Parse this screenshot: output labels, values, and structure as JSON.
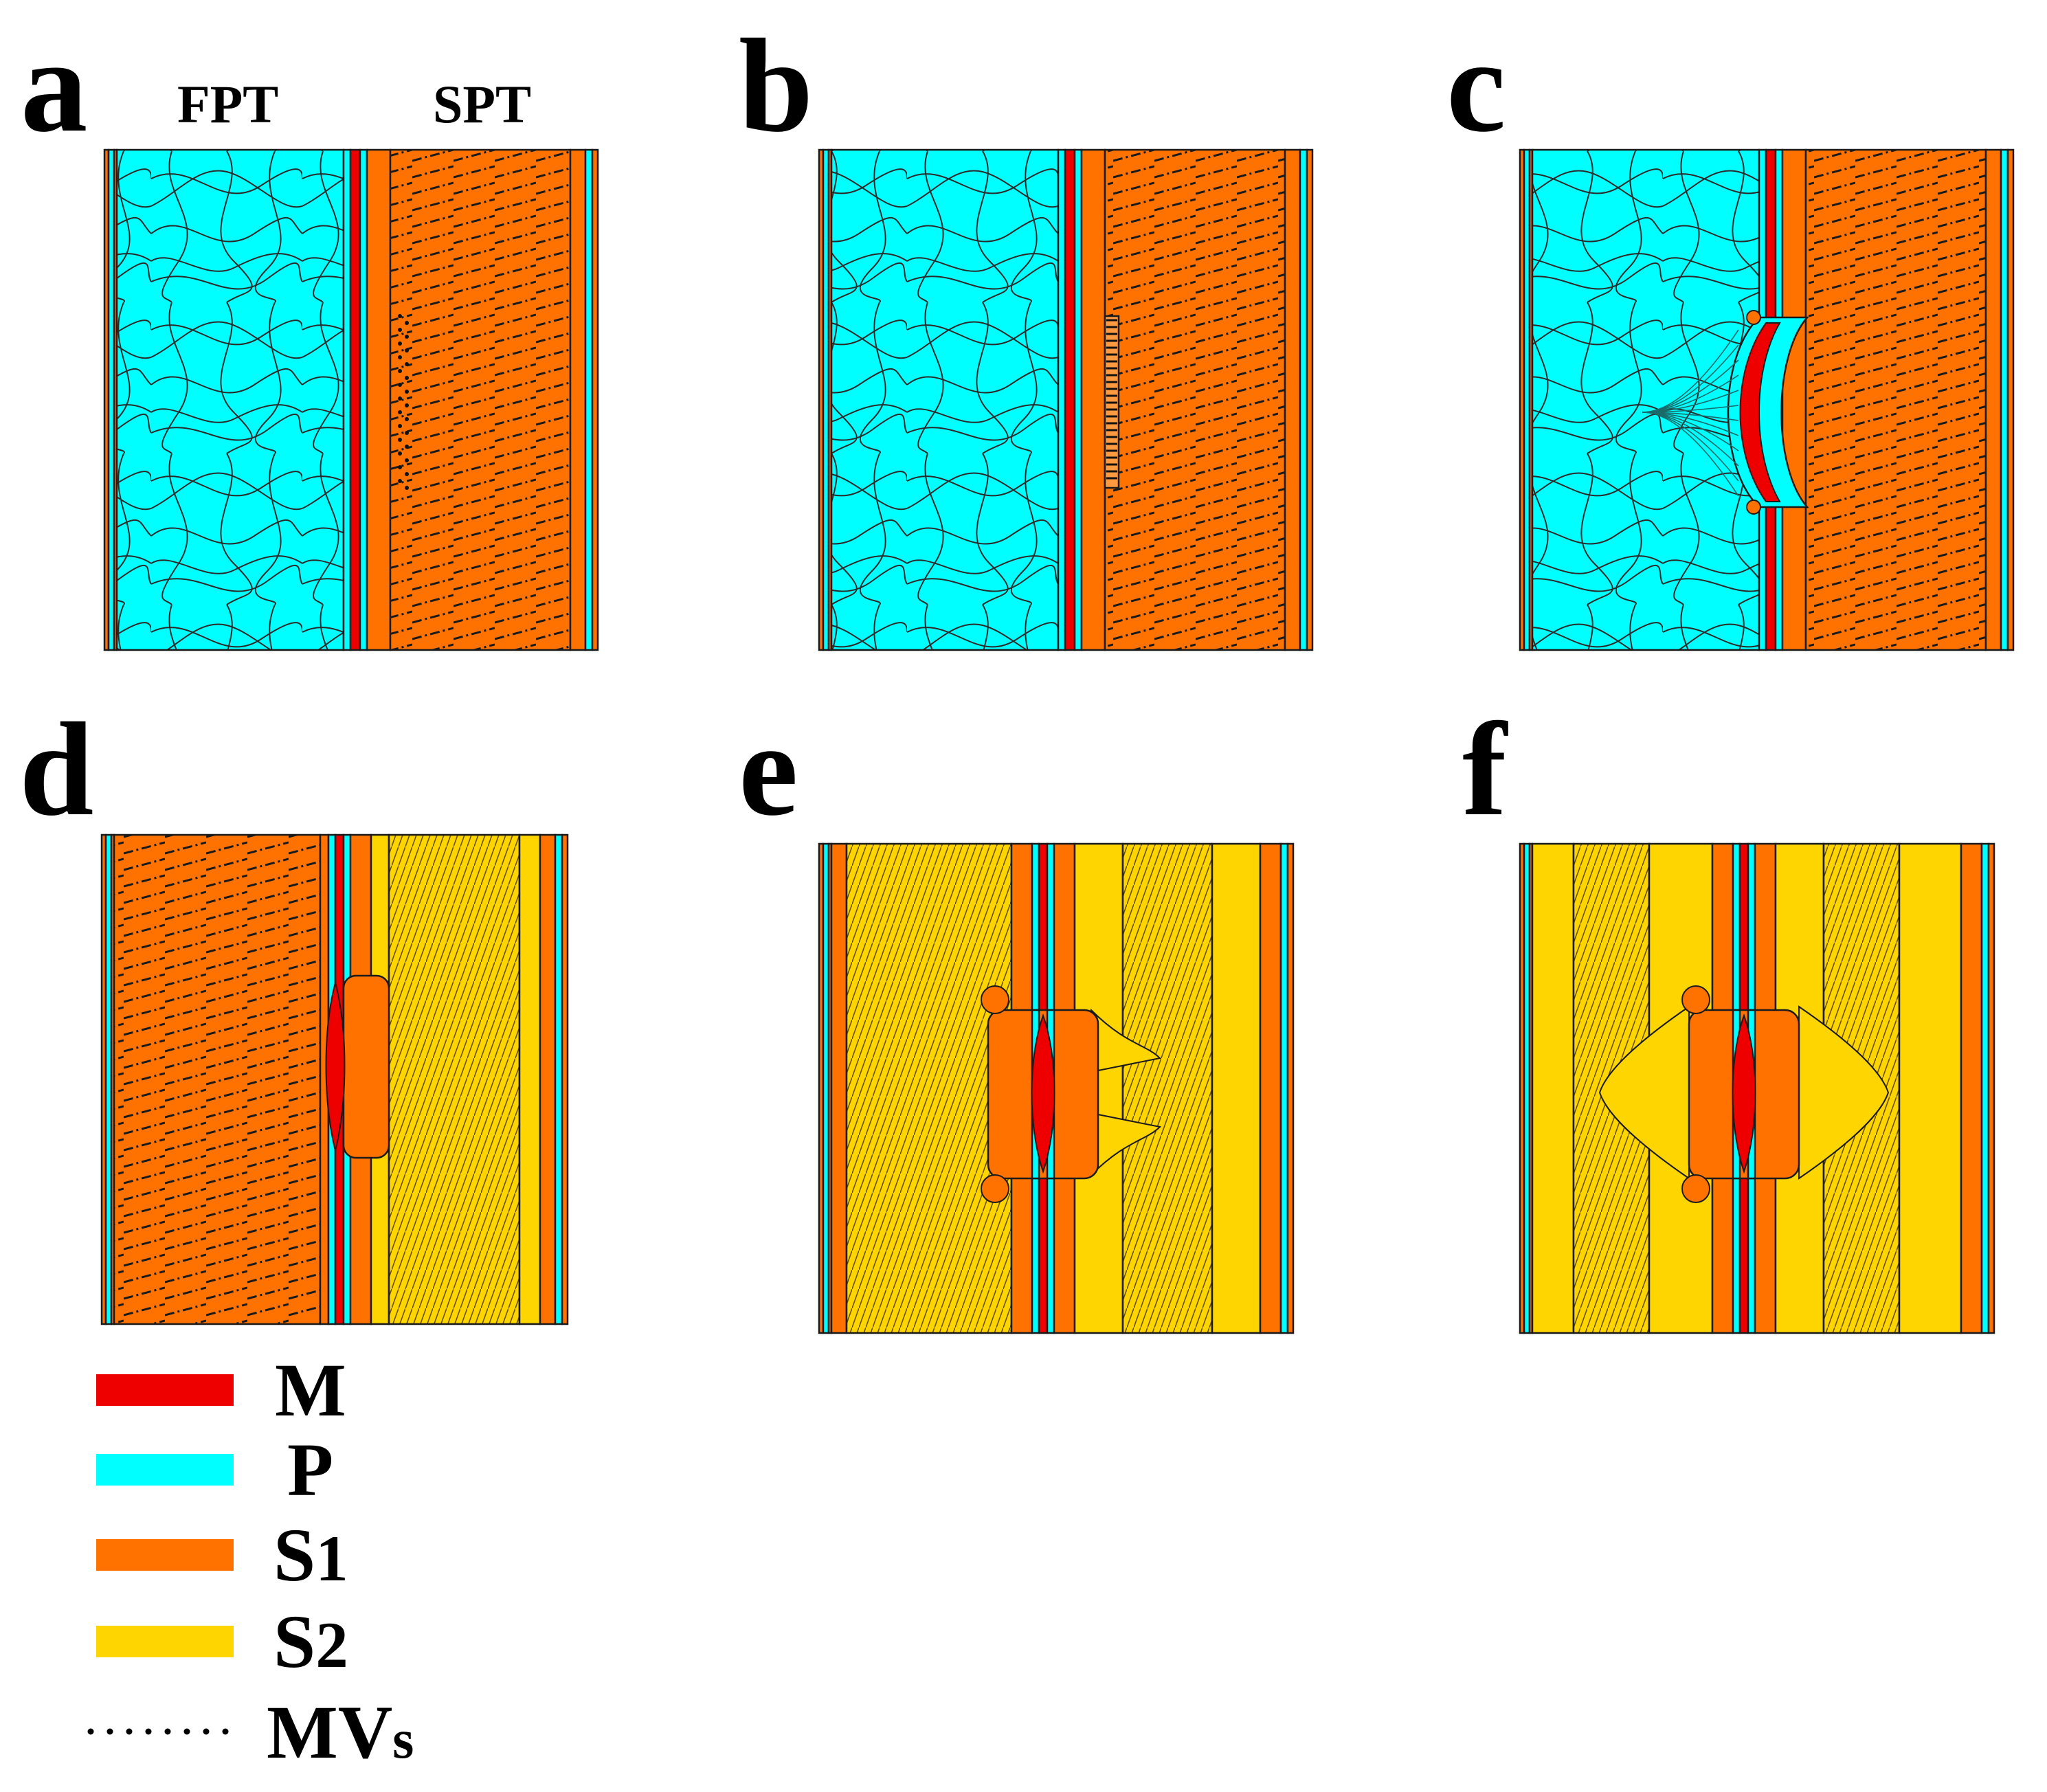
{
  "panels": [
    {
      "letter": "a"
    },
    {
      "letter": "b"
    },
    {
      "letter": "c"
    },
    {
      "letter": "d"
    },
    {
      "letter": "e"
    },
    {
      "letter": "f"
    }
  ],
  "headers": {
    "fpt": "FPT",
    "spt": "SPT"
  },
  "legend": [
    {
      "label": "M",
      "color": "#ee0000"
    },
    {
      "label": "P",
      "color": "#00ffff"
    },
    {
      "label": "S1",
      "color": "#ff7200"
    },
    {
      "label": "S2",
      "color": "#ffd500"
    },
    {
      "label": "MVs",
      "marker": "dotted-line"
    }
  ],
  "colors": {
    "M": "#ee0000",
    "P": "#00ffff",
    "S1": "#ff7200",
    "S2": "#ffd500",
    "stroke": "#1a1a1a"
  }
}
